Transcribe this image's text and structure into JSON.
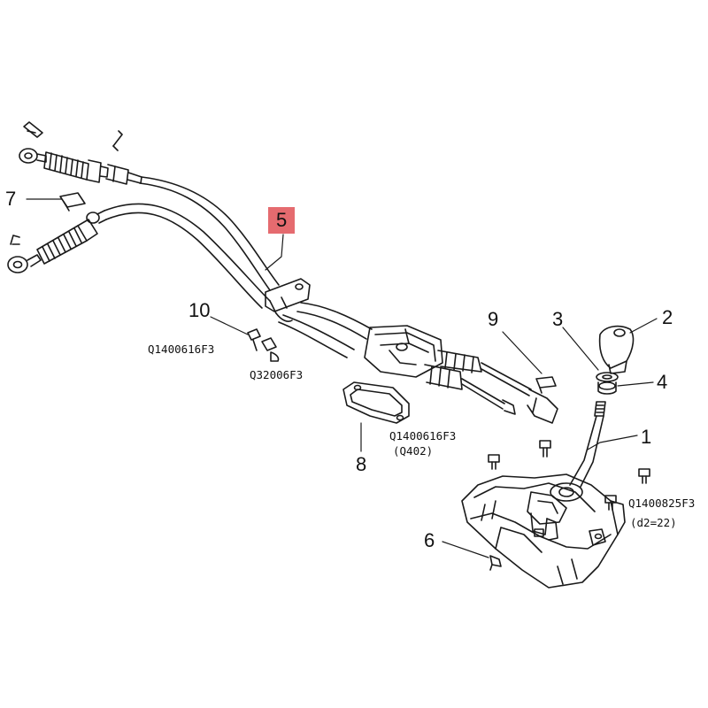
{
  "callouts": {
    "c1": "1",
    "c2": "2",
    "c3": "3",
    "c4": "4",
    "c5": "5",
    "c6": "6",
    "c7": "7",
    "c8": "8",
    "c9": "9",
    "c10": "10"
  },
  "part_codes": {
    "p10a": "Q1400616F3",
    "p10b": "Q32006F3",
    "p8a": "Q1400616F3",
    "p8b": "(Q402)",
    "p1a": "Q1400825F3",
    "p1b": "(d2=22)"
  },
  "colors": {
    "line": "#1a1a1a",
    "highlight": "#e56b6f",
    "background": "#ffffff"
  }
}
